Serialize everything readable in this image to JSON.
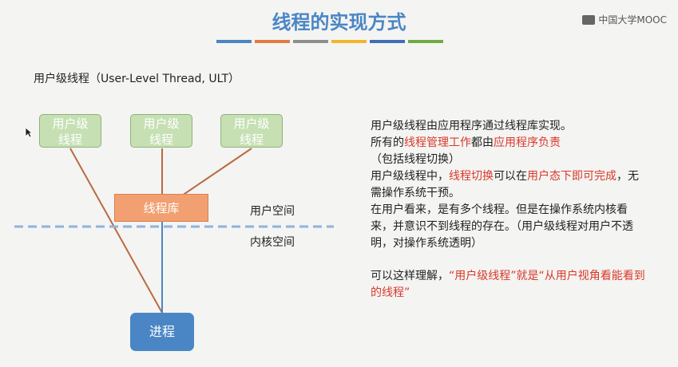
{
  "title": "线程的实现方式",
  "logo_text": "中国大学MOOC",
  "color_bars": [
    "#4a86c5",
    "#e07b45",
    "#8e8e8e",
    "#f3b62a",
    "#3f6fb5",
    "#6fab43"
  ],
  "subtitle": "用户级线程（User-Level Thread, ULT）",
  "ult_boxes": [
    {
      "line1": "用户级",
      "line2": "线程"
    },
    {
      "line1": "用户级",
      "line2": "线程"
    },
    {
      "line1": "用户级",
      "line2": "线程"
    }
  ],
  "library_label": "线程库",
  "process_label": "进程",
  "user_space_label": "用户空间",
  "kernel_space_label": "内核空间",
  "description": {
    "p1": "用户级线程由应用程序通过线程库实现。",
    "p2_a": "所有的",
    "p2_b": "线程管理工作",
    "p2_c": "都由",
    "p2_d": "应用程序负责",
    "p2_e": "（包括线程切换）",
    "p3_a": "用户级线程中，",
    "p3_b": "线程切换",
    "p3_c": "可以在",
    "p3_d": "用户态下即可完成",
    "p3_e": "，无需操作系统干预。",
    "p4": "在用户看来，是有多个线程。但是在操作系统内核看来，并意识不到线程的存在。（用户级线程对用户不透明，对操作系统透明）",
    "p5_a": "可以这样理解，",
    "p5_b": "“用户级线程”就是“从用户视角看能看到的线程”"
  }
}
